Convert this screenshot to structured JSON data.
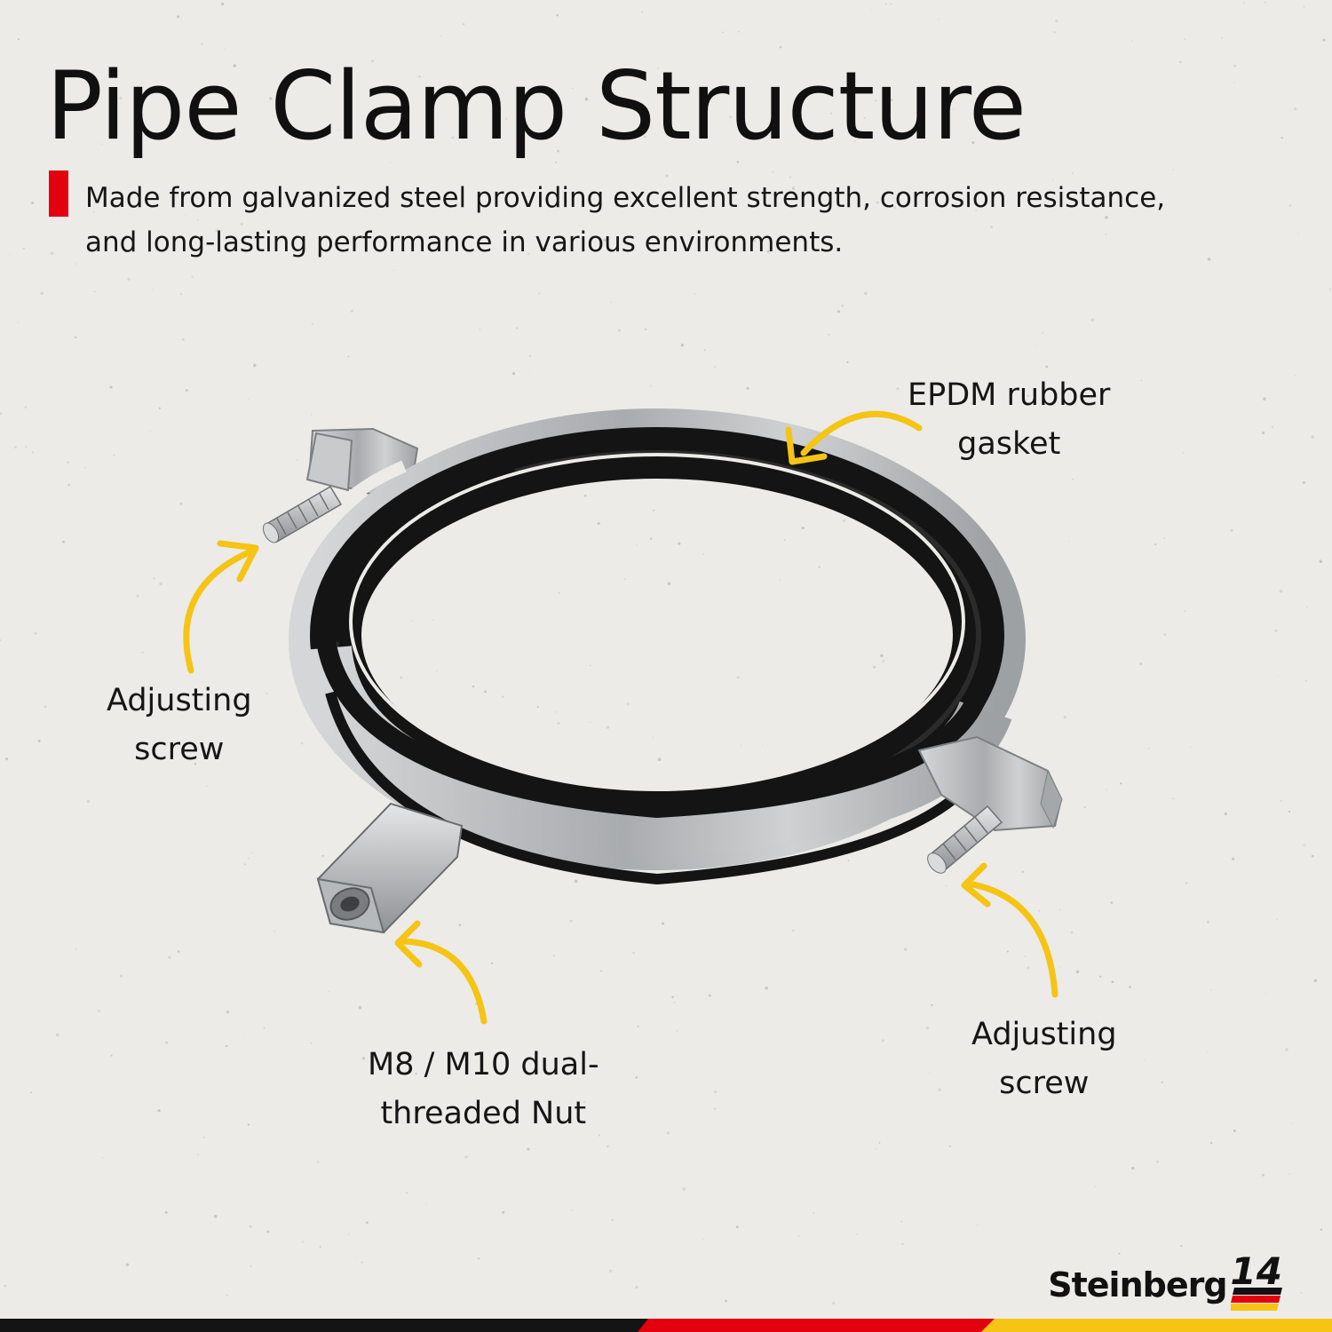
{
  "header": {
    "title": "Pipe Clamp Structure",
    "description": "Made from galvanized steel providing excellent strength, corrosion resistance, and long-lasting performance in various environments."
  },
  "callouts": {
    "gasket": {
      "line1": "EPDM rubber",
      "line2": "gasket"
    },
    "screw_left": {
      "line1": "Adjusting",
      "line2": "screw"
    },
    "nut": {
      "line1": "M8 / M10 dual-",
      "line2": "threaded Nut"
    },
    "screw_right": {
      "line1": "Adjusting",
      "line2": "screw"
    }
  },
  "brand": {
    "name": "Steinberg",
    "number": "14"
  },
  "colors": {
    "background": "#ecebe8",
    "accent_red": "#e3000f",
    "arrow_yellow": "#f5c414",
    "rubber_black": "#141414",
    "steel": "#bfc2c4",
    "flag_black": "#111111",
    "flag_red": "#e3000f",
    "flag_gold": "#f5c414"
  },
  "icons": [
    "curved-arrow-icon",
    "pipe-clamp-illustration",
    "flag-stripe-icon"
  ]
}
